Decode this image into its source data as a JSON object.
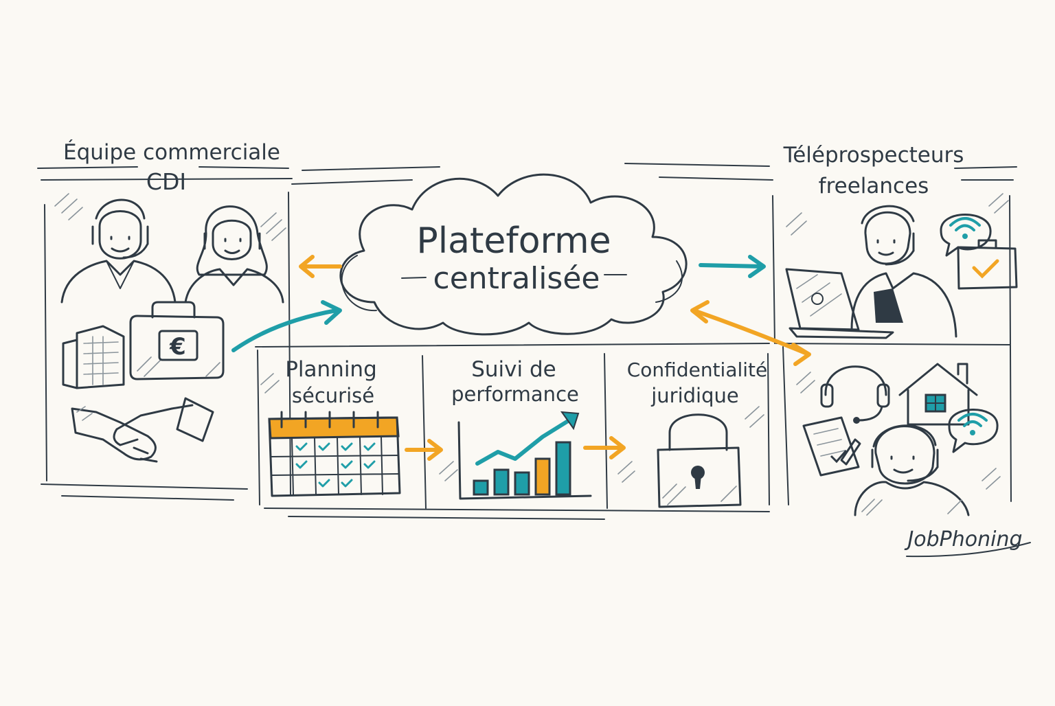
{
  "left_group": {
    "title_line1": "Équipe commerciale",
    "title_line2": "CDI"
  },
  "right_group": {
    "title_line1": "Téléprospecteurs",
    "title_line2": "freelances"
  },
  "center": {
    "title_line1": "Plateforme",
    "title_line2": "centralisée"
  },
  "features": [
    {
      "line1": "Planning",
      "line2": "sécurisé"
    },
    {
      "line1": "Suivi de",
      "line2": "performance"
    },
    {
      "line1": "Confidentialité",
      "line2": "juridique"
    }
  ],
  "signature": "JobPhoning",
  "euro_symbol": "€",
  "chart": {
    "bar_levels": [
      0.25,
      0.45,
      0.4,
      0.65,
      0.95
    ]
  },
  "colors": {
    "ink": "#2f3a44",
    "teal": "#1f9ea8",
    "gold": "#f2a524",
    "paper": "#fbf9f4"
  },
  "icons": {
    "headset": "headset-icon",
    "briefcase": "briefcase-icon",
    "building": "building-icon",
    "handshake": "handshake-icon",
    "calendar": "calendar-icon",
    "chart": "chart-icon",
    "padlock": "padlock-icon",
    "laptop": "laptop-icon",
    "house": "house-icon",
    "wifi": "wifi-icon"
  }
}
